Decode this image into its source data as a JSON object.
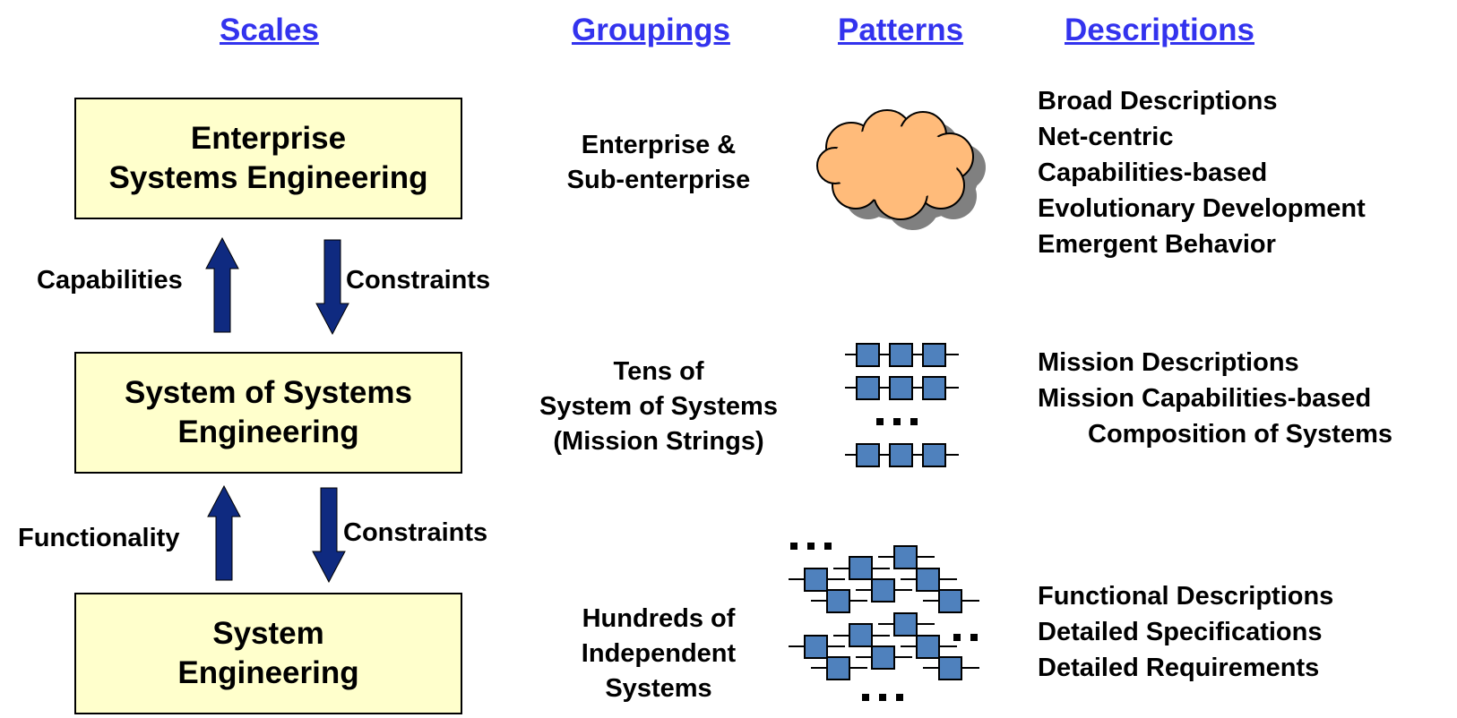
{
  "headers": {
    "scales": "Scales",
    "groupings": "Groupings",
    "patterns": "Patterns",
    "descriptions": "Descriptions"
  },
  "colors": {
    "header": "#3333ee",
    "box_fill": "#ffffcc",
    "arrow_fill": "#0f2a80",
    "cloud_fill": "#ffbb7a",
    "square_fill": "#4f81bd"
  },
  "scales": [
    {
      "lines": [
        "Enterprise",
        "Systems Engineering"
      ]
    },
    {
      "lines": [
        "System of Systems",
        "Engineering"
      ]
    },
    {
      "lines": [
        "System",
        "Engineering"
      ]
    }
  ],
  "arrows": [
    {
      "up_label": "Capabilities",
      "down_label": "Constraints"
    },
    {
      "up_label": "Functionality",
      "down_label": "Constraints"
    }
  ],
  "groupings": [
    {
      "lines": [
        "Enterprise &",
        "Sub-enterprise"
      ]
    },
    {
      "lines": [
        "Tens of",
        "System of Systems",
        "(Mission Strings)"
      ]
    },
    {
      "lines": [
        "Hundreds of",
        "Independent",
        "Systems"
      ]
    }
  ],
  "patterns": [
    {
      "icon": "cloud-icon"
    },
    {
      "icon": "mission-strings-icon"
    },
    {
      "icon": "independent-systems-icon"
    }
  ],
  "descriptions": [
    {
      "lines": [
        "Broad Descriptions",
        "Net-centric",
        "Capabilities-based",
        "Evolutionary Development",
        "Emergent Behavior"
      ]
    },
    {
      "lines": [
        "Mission Descriptions",
        "Mission Capabilities-based",
        "Composition of Systems"
      ]
    },
    {
      "lines": [
        "Functional Descriptions",
        "Detailed Specifications",
        "Detailed Requirements"
      ]
    }
  ]
}
